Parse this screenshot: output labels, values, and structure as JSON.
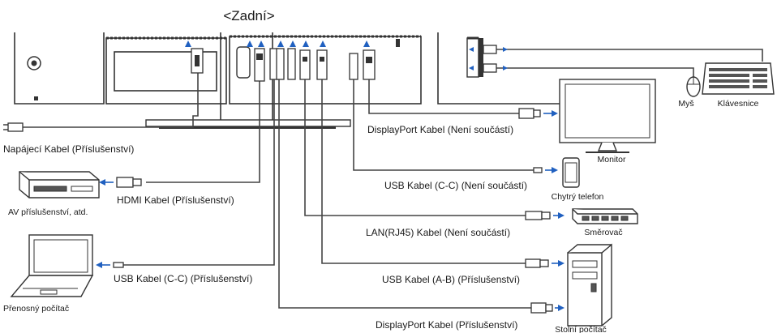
{
  "title": "<Zadní>",
  "labels": {
    "power_cable": "Napájecí Kabel (Příslušenství)",
    "hdmi_cable": "HDMI Kabel (Příslušenství)",
    "usbc_cable_laptop": "USB Kabel (C-C) (Příslušenství)",
    "displayport_monitor": "DisplayPort Kabel (Není součástí)",
    "usbc_cable_phone": "USB Kabel (C-C) (Není součástí)",
    "lan_cable": "LAN(RJ45) Kabel (Není součástí)",
    "usbab_cable": "USB Kabel (A-B) (Příslušenství)",
    "displayport_pc": "DisplayPort Kabel (Příslušenství)"
  },
  "devices": {
    "av": "AV příslušenství, atd.",
    "laptop": "Přenosný počítač",
    "monitor": "Monitor",
    "phone": "Chytrý telefon",
    "router": "Směrovač",
    "pc": "Stolní počítač",
    "mouse": "Myš",
    "keyboard": "Klávesnice"
  },
  "colors": {
    "arrow": "#2060c0",
    "line": "#333333"
  }
}
